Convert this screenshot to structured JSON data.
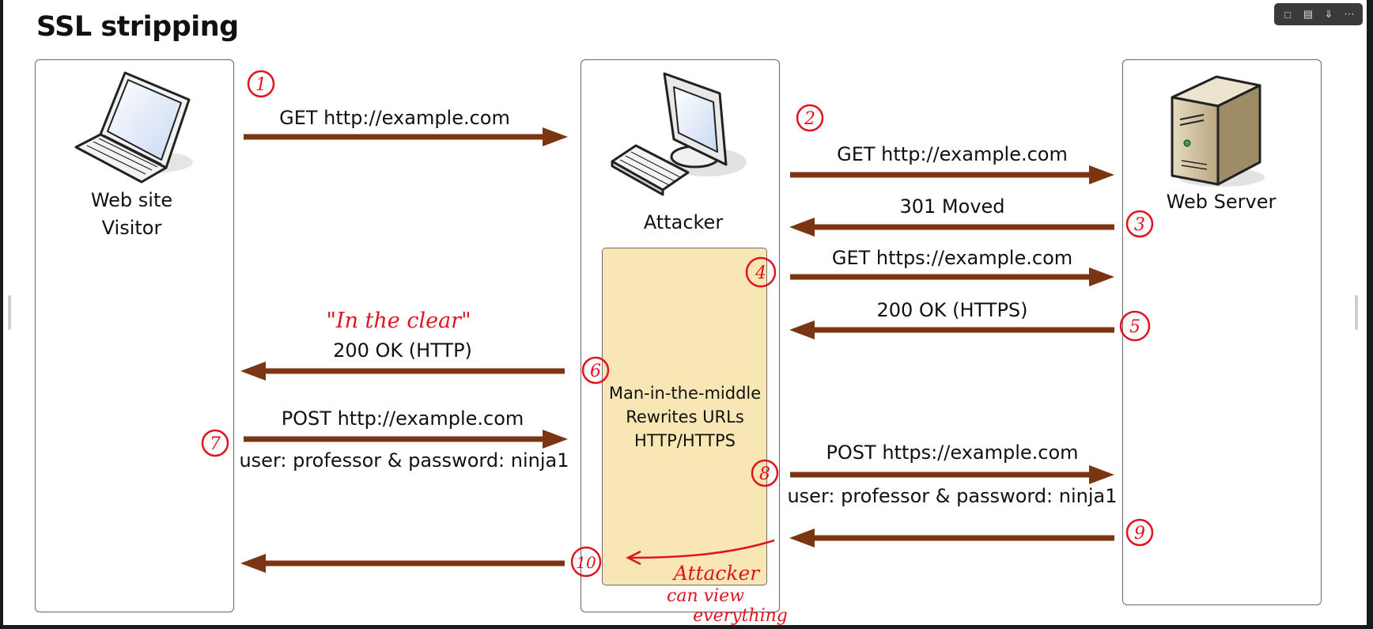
{
  "title": "SSL stripping",
  "lanes": {
    "visitor": {
      "line1": "Web site",
      "line2": "Visitor"
    },
    "attacker": {
      "label": "Attacker"
    },
    "server": {
      "label": "Web Server"
    }
  },
  "mitm": {
    "line1": "Man-in-the-middle",
    "line2": "Rewrites URLs",
    "line3": "HTTP/HTTPS"
  },
  "messages": {
    "m1": "GET http://example.com",
    "m2": "GET http://example.com",
    "m3": "301 Moved",
    "m4": "GET https://example.com",
    "m5": "200 OK (HTTPS)",
    "m6": "200 OK (HTTP)",
    "m7": "POST http://example.com",
    "m7_sub": "user: professor & password: ninja1",
    "m8": "POST https://example.com",
    "m8_sub": "user: professor & password: ninja1"
  },
  "annotations": {
    "in_the_clear": "\"In the clear\"",
    "attacker_note_1": "Attacker",
    "attacker_note_2": "can view",
    "attacker_note_3": "everything",
    "steps": [
      "1",
      "2",
      "3",
      "4",
      "5",
      "6",
      "7",
      "8",
      "9",
      "10"
    ]
  },
  "colors": {
    "arrow": "#7b3512",
    "ink": "#e0141e",
    "mitm_fill": "#f8e7b5"
  },
  "toolbar": {
    "icons": [
      "comment-icon",
      "presenter-icon",
      "download-icon",
      "more-icon"
    ]
  }
}
